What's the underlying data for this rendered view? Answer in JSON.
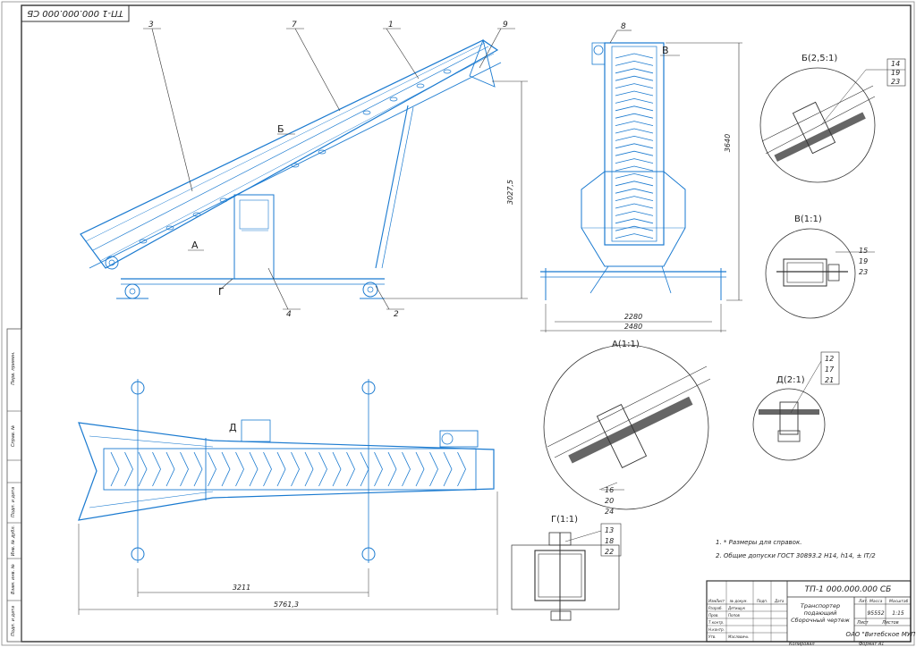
{
  "stamp_top": "ТП-1 000.000.000 СБ",
  "title_block": {
    "designation": "ТП-1 000.000.000 СБ",
    "name_lines": [
      "Транспортер",
      "подающий",
      "Сборочный чертеж"
    ],
    "mass": "95552",
    "scale": "1:15",
    "sheets": "Листов",
    "org": "ОАО \"Витебское МУП\"",
    "rows": [
      {
        "role": "Изм.",
        "sig": "Лист",
        "doc": "№ докум.",
        "sign": "Подп.",
        "date": "Дата"
      },
      {
        "role": "Разраб.",
        "sig": "Дятищук"
      },
      {
        "role": "Пров.",
        "sig": "Попов"
      },
      {
        "role": "Т.контр."
      },
      {
        "role": "Н.контр."
      },
      {
        "role": "Утв.",
        "sig": "Масловичь"
      }
    ],
    "col_heads": [
      "Лит.",
      "Масса",
      "Масштаб"
    ],
    "sheet_label": "Лист",
    "copied": "Копировал",
    "format": "Формат  А1"
  },
  "notes": [
    "1. * Размеры для справок.",
    "2. Общие допуски ГОСТ 30893.2 Н14, h14, ± IT/2"
  ],
  "side_strip": [
    "Перв. примен.",
    "Справ. №",
    "Подп. и дата",
    "Инв. № дубл.",
    "Взам. инв. №",
    "Подп. и дата",
    "Инв. № подл."
  ],
  "callouts": [
    "1",
    "2",
    "3",
    "4",
    "7",
    "8",
    "9"
  ],
  "view_letters": {
    "A": "А",
    "B": "Б",
    "V": "В",
    "G": "Г",
    "D": "Д"
  },
  "dims": {
    "height_main": "3027,5",
    "height_front": "3640",
    "width_inner": "2280",
    "width_outer": "2480",
    "plan_wheelbase": "3211",
    "plan_total": "5761,3"
  },
  "details": [
    {
      "title": "Б(2,5:1)",
      "items": [
        "14",
        "19",
        "23"
      ]
    },
    {
      "title": "В(1:1)",
      "items": [
        "15",
        "19",
        "23"
      ]
    },
    {
      "title": "А(1:1)",
      "items": [
        "16",
        "20",
        "24"
      ]
    },
    {
      "title": "Д(2:1)",
      "items": [
        "12",
        "17",
        "21"
      ]
    },
    {
      "title": "Г(1:1)",
      "items": [
        "13",
        "18",
        "22"
      ]
    }
  ]
}
